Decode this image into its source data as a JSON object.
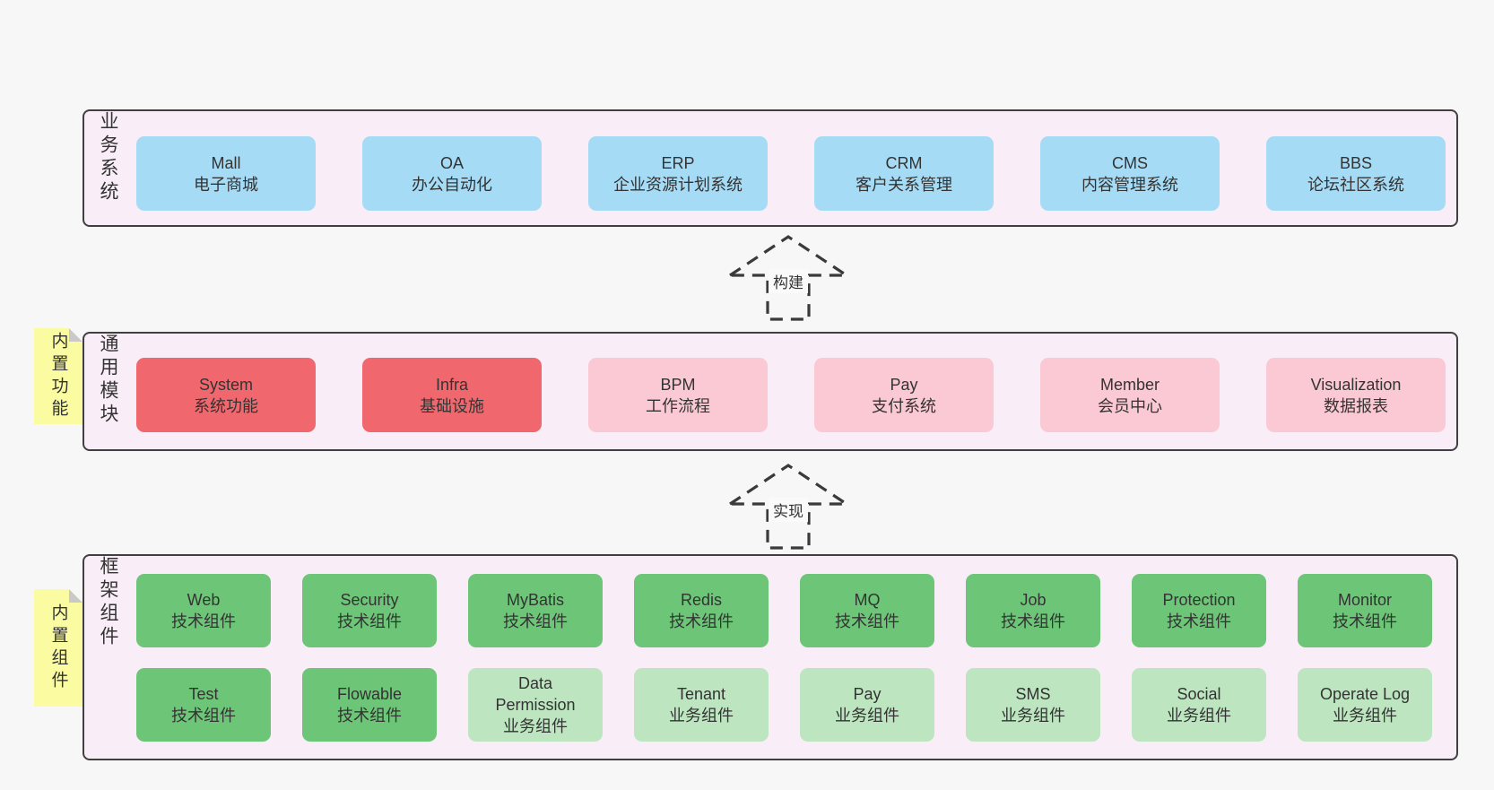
{
  "colors": {
    "pageBg": "#f7f7f7",
    "panelBg": "#f9eef7",
    "panelBorder": "#404040",
    "blue": "#a6dbf5",
    "red": "#f0686e",
    "pink": "#fbc9d3",
    "green": "#6dc577",
    "lightgreen": "#bce5c0",
    "sticky": "#fbfba1",
    "fold": "#c9c9c9",
    "arrowStroke": "#3a3a3a",
    "text": "#333333"
  },
  "sections": {
    "business": {
      "label": "业务系统",
      "boxes": [
        {
          "title": "Mall",
          "subtitle": "电子商城",
          "variant": "blue"
        },
        {
          "title": "OA",
          "subtitle": "办公自动化",
          "variant": "blue"
        },
        {
          "title": "ERP",
          "subtitle": "企业资源计划系统",
          "variant": "blue"
        },
        {
          "title": "CRM",
          "subtitle": "客户关系管理",
          "variant": "blue"
        },
        {
          "title": "CMS",
          "subtitle": "内容管理系统",
          "variant": "blue"
        },
        {
          "title": "BBS",
          "subtitle": "论坛社区系统",
          "variant": "blue"
        }
      ]
    },
    "modules": {
      "label": "通用模块",
      "sticky": "内置功能",
      "boxes": [
        {
          "title": "System",
          "subtitle": "系统功能",
          "variant": "red"
        },
        {
          "title": "Infra",
          "subtitle": "基础设施",
          "variant": "red"
        },
        {
          "title": "BPM",
          "subtitle": "工作流程",
          "variant": "pink"
        },
        {
          "title": "Pay",
          "subtitle": "支付系统",
          "variant": "pink"
        },
        {
          "title": "Member",
          "subtitle": "会员中心",
          "variant": "pink"
        },
        {
          "title": "Visualization",
          "subtitle": "数据报表",
          "variant": "pink"
        }
      ]
    },
    "framework": {
      "label": "框架组件",
      "sticky": "内置组件",
      "rows": [
        [
          {
            "title": "Web",
            "subtitle": "技术组件",
            "variant": "green"
          },
          {
            "title": "Security",
            "subtitle": "技术组件",
            "variant": "green"
          },
          {
            "title": "MyBatis",
            "subtitle": "技术组件",
            "variant": "green"
          },
          {
            "title": "Redis",
            "subtitle": "技术组件",
            "variant": "green"
          },
          {
            "title": "MQ",
            "subtitle": "技术组件",
            "variant": "green"
          },
          {
            "title": "Job",
            "subtitle": "技术组件",
            "variant": "green"
          },
          {
            "title": "Protection",
            "subtitle": "技术组件",
            "variant": "green"
          },
          {
            "title": "Monitor",
            "subtitle": "技术组件",
            "variant": "green"
          }
        ],
        [
          {
            "title": "Test",
            "subtitle": "技术组件",
            "variant": "green"
          },
          {
            "title": "Flowable",
            "subtitle": "技术组件",
            "variant": "green"
          },
          {
            "title": "Data Permission",
            "subtitle": "业务组件",
            "variant": "lightgreen"
          },
          {
            "title": "Tenant",
            "subtitle": "业务组件",
            "variant": "lightgreen"
          },
          {
            "title": "Pay",
            "subtitle": "业务组件",
            "variant": "lightgreen"
          },
          {
            "title": "SMS",
            "subtitle": "业务组件",
            "variant": "lightgreen"
          },
          {
            "title": "Social",
            "subtitle": "业务组件",
            "variant": "lightgreen"
          },
          {
            "title": "Operate Log",
            "subtitle": "业务组件",
            "variant": "lightgreen"
          }
        ]
      ]
    }
  },
  "arrows": [
    {
      "label": "构建"
    },
    {
      "label": "实现"
    }
  ]
}
